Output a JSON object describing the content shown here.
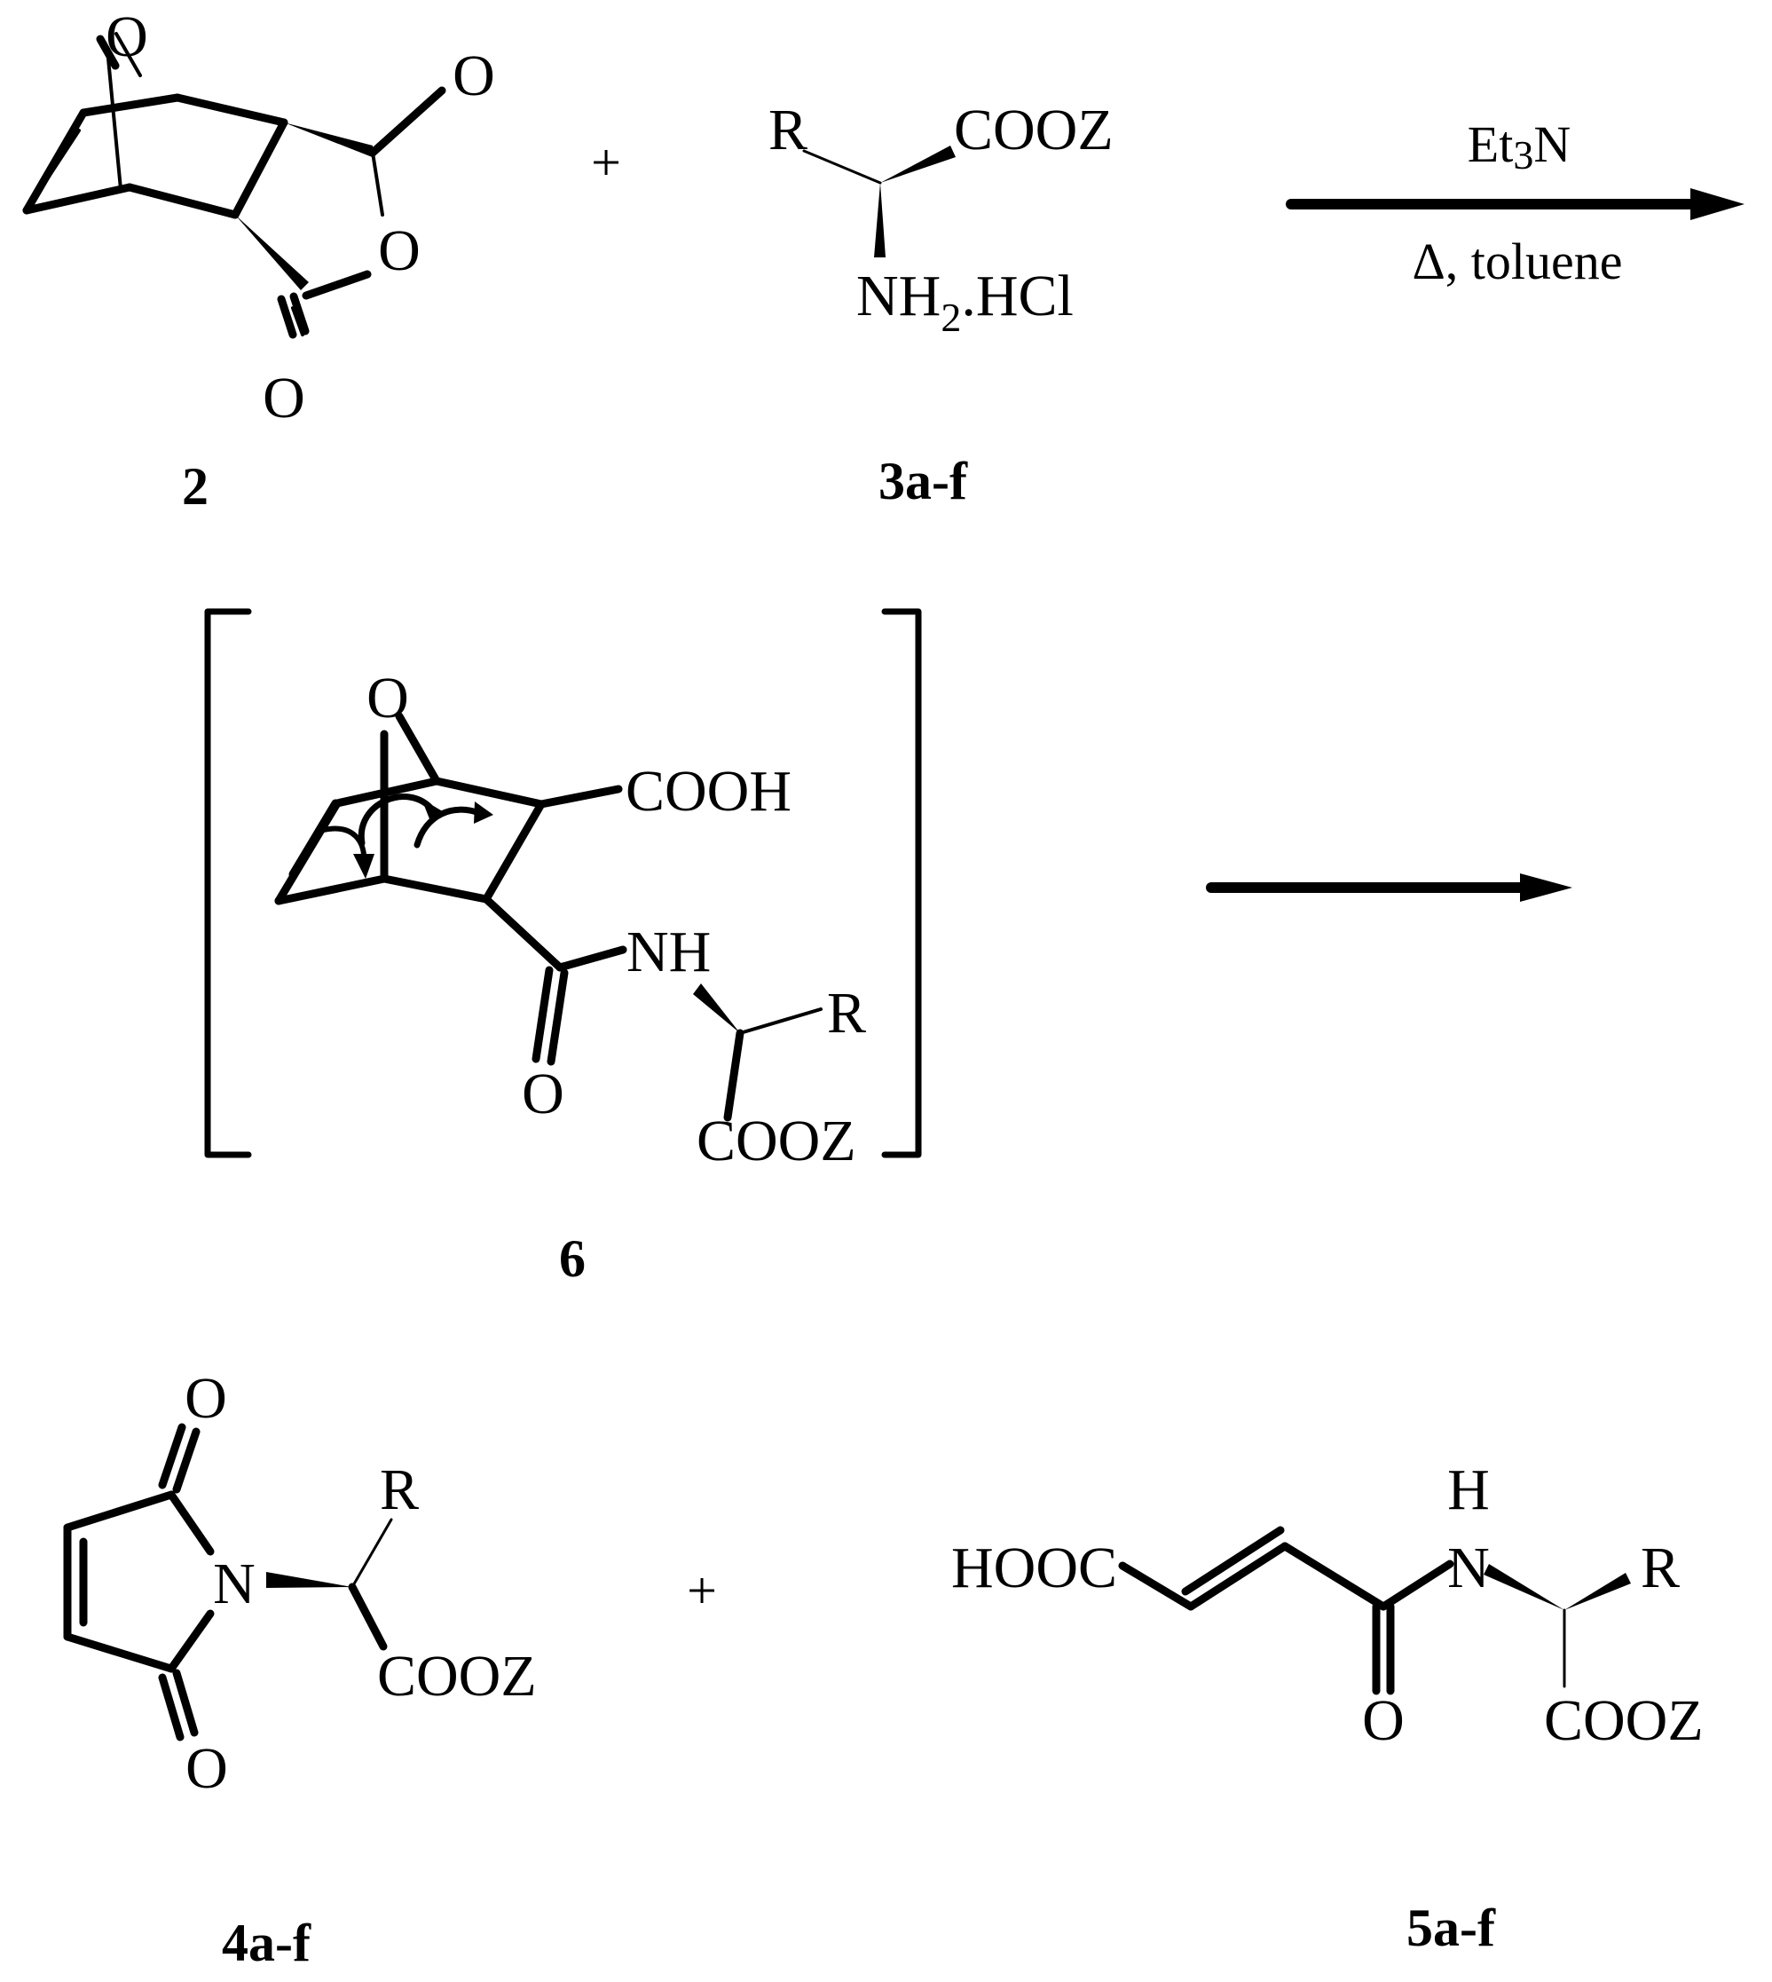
{
  "compounds": {
    "anhydride": {
      "label": "2",
      "atoms": {
        "bridge_o": "O",
        "carbonyl_o_top": "O",
        "ring_o": "O",
        "carbonyl_o_bottom": "O"
      }
    },
    "amino_ester": {
      "label": "3a-f",
      "atoms": {
        "r": "R",
        "ester": "COOZ",
        "amine": "NH",
        "amine_sub": "2",
        "salt": ".HCl"
      }
    },
    "intermediate": {
      "label": "6",
      "atoms": {
        "bridge_o": "O",
        "acid": "COOH",
        "amide_n": "NH",
        "r": "R",
        "carbonyl_o": "O",
        "ester": "COOZ"
      }
    },
    "maleimide": {
      "label": "4a-f",
      "atoms": {
        "o_top": "O",
        "r": "R",
        "n": "N",
        "ester": "COOZ",
        "o_bottom": "O"
      }
    },
    "fumaramide": {
      "label": "5a-f",
      "atoms": {
        "h": "H",
        "acid": "HOOC",
        "n": "N",
        "r": "R",
        "carbonyl_o": "O",
        "ester": "COOZ"
      }
    }
  },
  "reaction": {
    "plus_1": "+",
    "plus_2": "+",
    "reagent_main": "Et",
    "reagent_sub": "3",
    "reagent_tail": "N",
    "condition": "Δ, toluene"
  }
}
